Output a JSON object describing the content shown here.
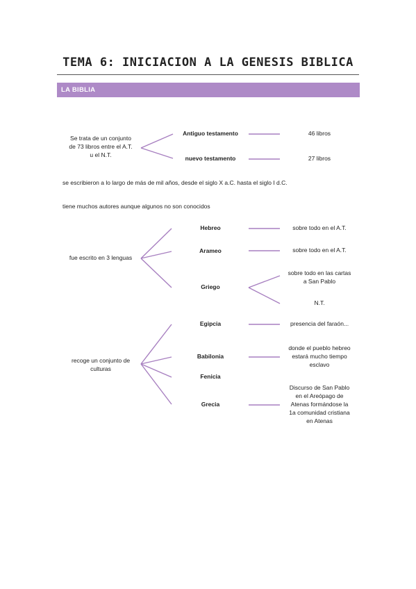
{
  "title": "TEMA 6: INICIACION A LA GENESIS BIBLICA",
  "section": "LA BIBLIA",
  "line_color": "#a77fc0",
  "bar_color": "#ae8ac7",
  "block1": {
    "root": [
      "Se trata de un conjunto",
      "de 73 libros entre el A.T.",
      "u el N.T."
    ],
    "branches": [
      {
        "label": "Antiguo testamento",
        "value": "46 libros"
      },
      {
        "label": "nuevo testamento",
        "value": "27 libros"
      }
    ]
  },
  "statement1": "se escribieron a lo largo de más de mil años, desde el siglo X a.C. hasta el siglo I d.C.",
  "statement2": "tiene muchos autores aunque algunos no son conocidos",
  "block2": {
    "root": "fue escrito en 3 lenguas",
    "branches": [
      {
        "label": "Hebreo",
        "value": "sobre todo en el A.T."
      },
      {
        "label": "Arameo",
        "value": "sobre todo en el A.T."
      },
      {
        "label": "Griego",
        "values": [
          [
            "sobre todo en las cartas",
            "a San Pablo"
          ],
          [
            "N.T."
          ]
        ]
      }
    ]
  },
  "block3": {
    "root": [
      "recoge un conjunto de",
      "culturas"
    ],
    "branches": [
      {
        "label": "Egipcia",
        "value": [
          "presencia del faraón..."
        ]
      },
      {
        "label": "Babilonia",
        "value": [
          "donde el pueblo hebreo",
          "estará mucho tiempo",
          "esclavo"
        ]
      },
      {
        "label": "Fenicia",
        "value": []
      },
      {
        "label": "Grecia",
        "value": [
          "Discurso de San Pablo",
          "en el Areópago de",
          "Atenas formándose la",
          "1a comunidad cristiana",
          "en Atenas"
        ]
      }
    ]
  }
}
